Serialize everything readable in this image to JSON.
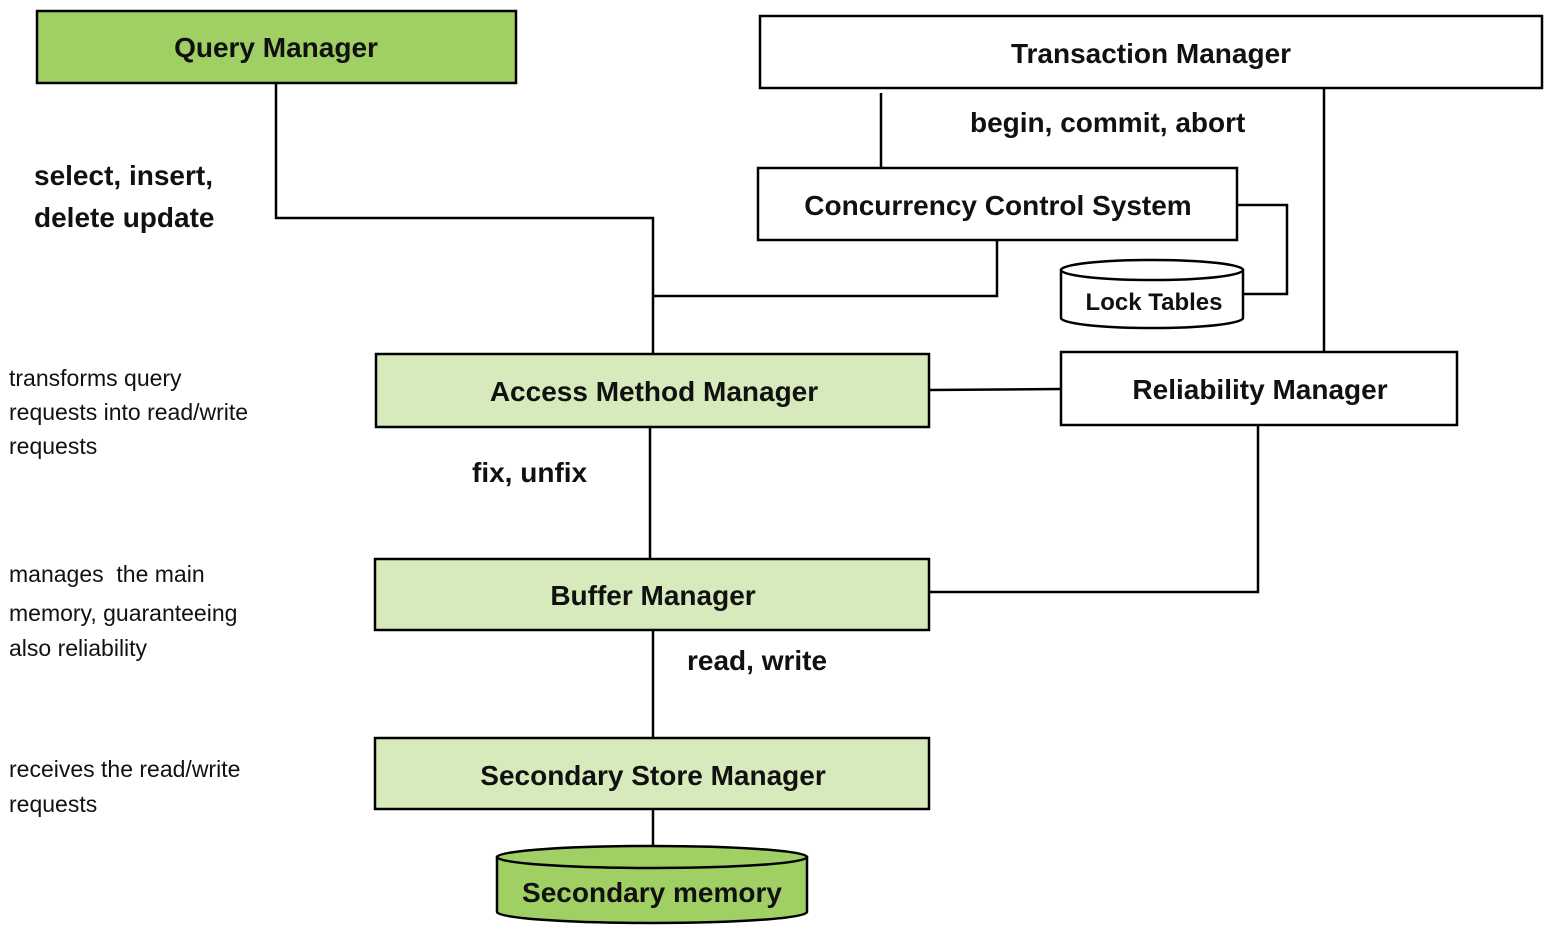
{
  "colors": {
    "strong_green": "#a0cf63",
    "light_green": "#d6eabb",
    "white": "#ffffff",
    "line": "#000000"
  },
  "boxes": {
    "query_manager": "Query Manager",
    "transaction_manager": "Transaction Manager",
    "concurrency_control": "Concurrency Control System",
    "lock_tables": "Lock Tables",
    "access_method_manager": "Access Method Manager",
    "reliability_manager": "Reliability Manager",
    "buffer_manager": "Buffer Manager",
    "secondary_store_manager": "Secondary Store Manager",
    "secondary_memory": "Secondary memory"
  },
  "operations": {
    "query_ops_line1": "select, insert,",
    "query_ops_line2": "delete update",
    "transaction_ops": "begin, commit, abort",
    "fix_ops": "fix, unfix",
    "rw_ops": "read, write"
  },
  "descriptions": {
    "access_method_line1": "transforms query",
    "access_method_line2": "requests into read/write",
    "access_method_line3": "requests",
    "buffer_line1": "manages  the main",
    "buffer_line2": "memory, guaranteeing",
    "buffer_line3": "also reliability",
    "secondary_store_line1": "receives the read/write",
    "secondary_store_line2": "requests"
  }
}
